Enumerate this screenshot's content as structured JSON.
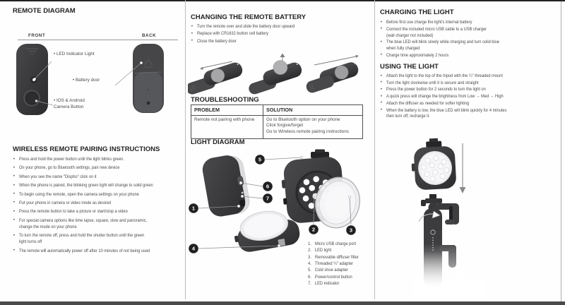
{
  "left": {
    "title": "REMOTE DIAGRAM",
    "front_label": "FRONT",
    "back_label": "BACK",
    "callouts": {
      "led": "• LED Indicator Light",
      "battery_door": "• Battery door",
      "camera": "• IOS & Android\n Camera Button"
    },
    "pairing": {
      "title": "WIRELESS REMOTE PAIRING INSTRUCTIONS",
      "bullets": [
        "Press and hold the power button until the light blinks green.",
        "On your phone, go to Bluetooth settings, pair new device",
        "When you see the name \"Dispho\" click on it",
        "When the phone is paired, the blinking green light will change to solid green",
        "To begin using the remote, open the camera settings on your phone",
        "Put your phone in camera or video mode as desired",
        "Press the remote button to take a picture or start/stop a video",
        "For special camera options like time lapse, square, slow and panoramic,\nchange the mode on your phone",
        "To turn the remote off, press and hold the shutter button until the green\nlight turns off",
        "The remote will automatically power off after 10 minutes of not being used"
      ]
    }
  },
  "middle": {
    "battery": {
      "title": "CHANGING THE REMOTE BATTERY",
      "bullets": [
        "Turn the remote over and slide the battery door upward",
        "Replace with CR1632 button cell battery",
        "Close the battery door"
      ]
    },
    "troubleshooting": {
      "title": "TROUBLESHOOTING",
      "col_problem": "PROBLEM",
      "col_solution": "SOLUTION",
      "problem": "Remote not pairing with phone",
      "solution": "Go to Bluetooth option on your phone\nClick forgive/forget\nGo to Wireless remote pairing instructions"
    },
    "light_diagram": {
      "title": "LIGHT DIAGRAM",
      "markers": [
        "1",
        "2",
        "3",
        "4",
        "5",
        "6",
        "7"
      ],
      "parts": [
        {
          "num": "1.",
          "label": "Micro USB charge port"
        },
        {
          "num": "2.",
          "label": "LED light"
        },
        {
          "num": "3.",
          "label": "Removable diffuser filter"
        },
        {
          "num": "4.",
          "label": "Threaded ¼\" adapter"
        },
        {
          "num": "5.",
          "label": "Cold shoe adapter"
        },
        {
          "num": "6.",
          "label": "Power/control button"
        },
        {
          "num": "7.",
          "label": "LED indicator"
        }
      ]
    }
  },
  "right": {
    "charging": {
      "title": "CHARGING THE LIGHT",
      "bullets": [
        "Before first use charge the light's internal battery",
        "Connect the included micro USB cable to a USB charger\n(wall charger not included)",
        "The blue LED will blink slowly while charging and turn solid blue\nwhen fully charged",
        "Charge time approximately 2 hours"
      ]
    },
    "using": {
      "title": "USING THE LIGHT",
      "bullets": [
        "Attach the light to the top of the tripod with the ¼\" threaded mount",
        "Turn the light clockwise until it is secure and straight",
        "Press the power button for 2 seconds to turn the light on",
        "A quick press will change the brightness from Low → Med → High",
        "Attach the diffuser as needed for softer lighting",
        "When the battery is low, the blue LED will blink quickly for 4 minutes\nthen turn off, recharge it."
      ]
    }
  }
}
